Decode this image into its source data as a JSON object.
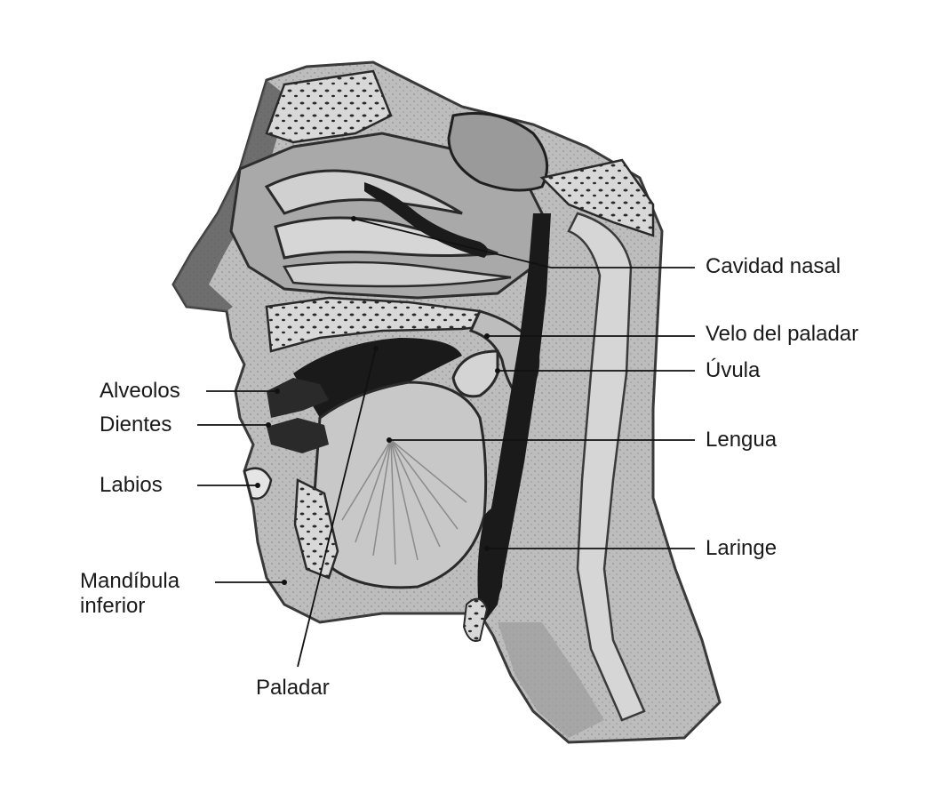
{
  "colors": {
    "background": "#ffffff",
    "ink": "#1a1a1a",
    "tissue_dark": "#4a4a4a",
    "tissue_mid": "#8c8c8c",
    "tissue_light": "#c4c4c4",
    "tissue_pale": "#e2e2e2",
    "cavity": "#151515"
  },
  "labels": {
    "cavidad_nasal": "Cavidad nasal",
    "velo_del_paladar": "Velo del paladar",
    "uvula": "Úvula",
    "lengua": "Lengua",
    "laringe": "Laringe",
    "alveolos": "Alveolos",
    "dientes": "Dientes",
    "labios": "Labios",
    "mandibula_line1": "Mandíbula",
    "mandibula_line2": "inferior",
    "paladar": "Paladar"
  }
}
